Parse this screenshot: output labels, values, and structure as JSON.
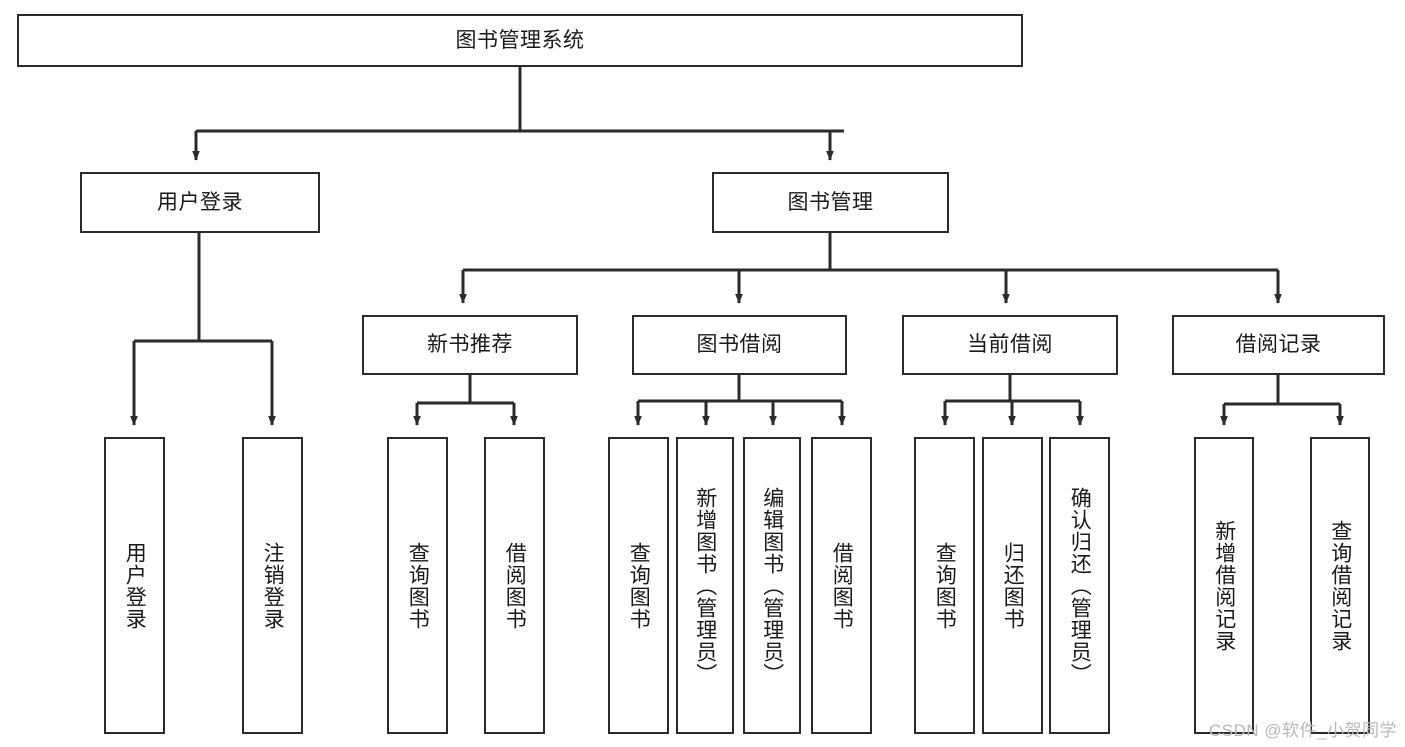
{
  "diagram": {
    "type": "tree",
    "title": "图书管理系统",
    "watermark": "CSDN @软件_小贺同学",
    "colors": {
      "stroke": "#2b2b2b",
      "fill": "#ffffff",
      "text": "#1a1a1a",
      "watermark": "#b8b8b8"
    },
    "nodes": {
      "root": {
        "label": "图书管理系统",
        "orientation": "horizontal"
      },
      "user_login": {
        "label": "用户登录",
        "orientation": "horizontal"
      },
      "book_manage": {
        "label": "图书管理",
        "orientation": "horizontal"
      },
      "new_book_rec": {
        "label": "新书推荐",
        "orientation": "horizontal"
      },
      "book_borrow": {
        "label": "图书借阅",
        "orientation": "horizontal"
      },
      "current_borrow": {
        "label": "当前借阅",
        "orientation": "horizontal"
      },
      "borrow_record": {
        "label": "借阅记录",
        "orientation": "horizontal"
      },
      "leaf_user_login": {
        "label": "用户登录",
        "orientation": "vertical"
      },
      "leaf_logout": {
        "label": "注销登录",
        "orientation": "vertical"
      },
      "leaf_query_book_1": {
        "label": "查询图书",
        "orientation": "vertical"
      },
      "leaf_borrow_book_1": {
        "label": "借阅图书",
        "orientation": "vertical"
      },
      "leaf_query_book_2": {
        "label": "查询图书",
        "orientation": "vertical"
      },
      "leaf_add_book": {
        "label": "新增图书（管理员）",
        "orientation": "vertical"
      },
      "leaf_edit_book": {
        "label": "编辑图书（管理员）",
        "orientation": "vertical"
      },
      "leaf_borrow_book_2": {
        "label": "借阅图书",
        "orientation": "vertical"
      },
      "leaf_query_book_3": {
        "label": "查询图书",
        "orientation": "vertical"
      },
      "leaf_return_book": {
        "label": "归还图书",
        "orientation": "vertical"
      },
      "leaf_confirm_return": {
        "label": "确认归还（管理员）",
        "orientation": "vertical"
      },
      "leaf_add_record": {
        "label": "新增借阅记录",
        "orientation": "vertical"
      },
      "leaf_query_record": {
        "label": "查询借阅记录",
        "orientation": "vertical"
      }
    },
    "edges": [
      {
        "from": "root",
        "to": "user_login"
      },
      {
        "from": "root",
        "to": "book_manage"
      },
      {
        "from": "user_login",
        "to": "leaf_user_login"
      },
      {
        "from": "user_login",
        "to": "leaf_logout"
      },
      {
        "from": "book_manage",
        "to": "new_book_rec"
      },
      {
        "from": "book_manage",
        "to": "book_borrow"
      },
      {
        "from": "book_manage",
        "to": "current_borrow"
      },
      {
        "from": "book_manage",
        "to": "borrow_record"
      },
      {
        "from": "new_book_rec",
        "to": "leaf_query_book_1"
      },
      {
        "from": "new_book_rec",
        "to": "leaf_borrow_book_1"
      },
      {
        "from": "book_borrow",
        "to": "leaf_query_book_2"
      },
      {
        "from": "book_borrow",
        "to": "leaf_add_book"
      },
      {
        "from": "book_borrow",
        "to": "leaf_edit_book"
      },
      {
        "from": "book_borrow",
        "to": "leaf_borrow_book_2"
      },
      {
        "from": "current_borrow",
        "to": "leaf_query_book_3"
      },
      {
        "from": "current_borrow",
        "to": "leaf_return_book"
      },
      {
        "from": "current_borrow",
        "to": "leaf_confirm_return"
      },
      {
        "from": "borrow_record",
        "to": "leaf_add_record"
      },
      {
        "from": "borrow_record",
        "to": "leaf_query_record"
      }
    ]
  }
}
